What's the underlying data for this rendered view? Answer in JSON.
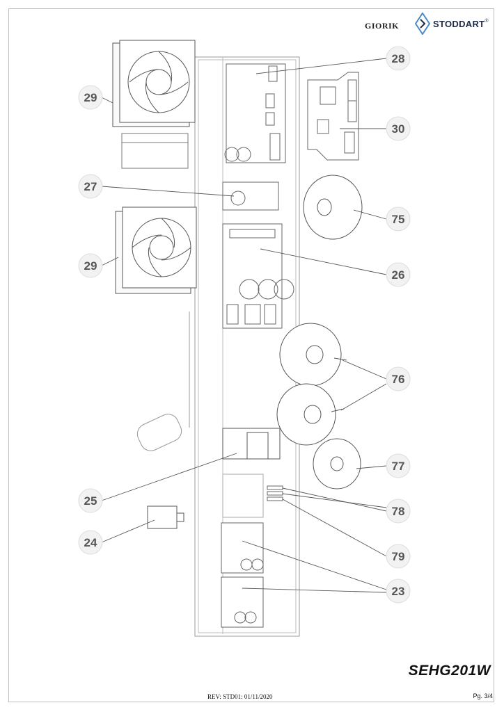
{
  "header": {
    "brand_left": "GIORIK",
    "brand_right": "STODDART",
    "brand_right_mark": "®"
  },
  "callouts": [
    {
      "id": "c28",
      "label": "28"
    },
    {
      "id": "c29a",
      "label": "29"
    },
    {
      "id": "c30",
      "label": "30"
    },
    {
      "id": "c27",
      "label": "27"
    },
    {
      "id": "c75",
      "label": "75"
    },
    {
      "id": "c29b",
      "label": "29"
    },
    {
      "id": "c26",
      "label": "26"
    },
    {
      "id": "c76",
      "label": "76"
    },
    {
      "id": "c77",
      "label": "77"
    },
    {
      "id": "c25",
      "label": "25"
    },
    {
      "id": "c78",
      "label": "78"
    },
    {
      "id": "c24",
      "label": "24"
    },
    {
      "id": "c79",
      "label": "79"
    },
    {
      "id": "c23",
      "label": "23"
    }
  ],
  "footer": {
    "model": "SEHG201W",
    "revision": "REV: STD01: 01/11/2020",
    "page": "Pg. 3/4"
  },
  "colors": {
    "line": "#555555",
    "light_line": "#9a9a9a",
    "callout_fill": "#f2f2f2",
    "brand_blue": "#1f2a44"
  }
}
